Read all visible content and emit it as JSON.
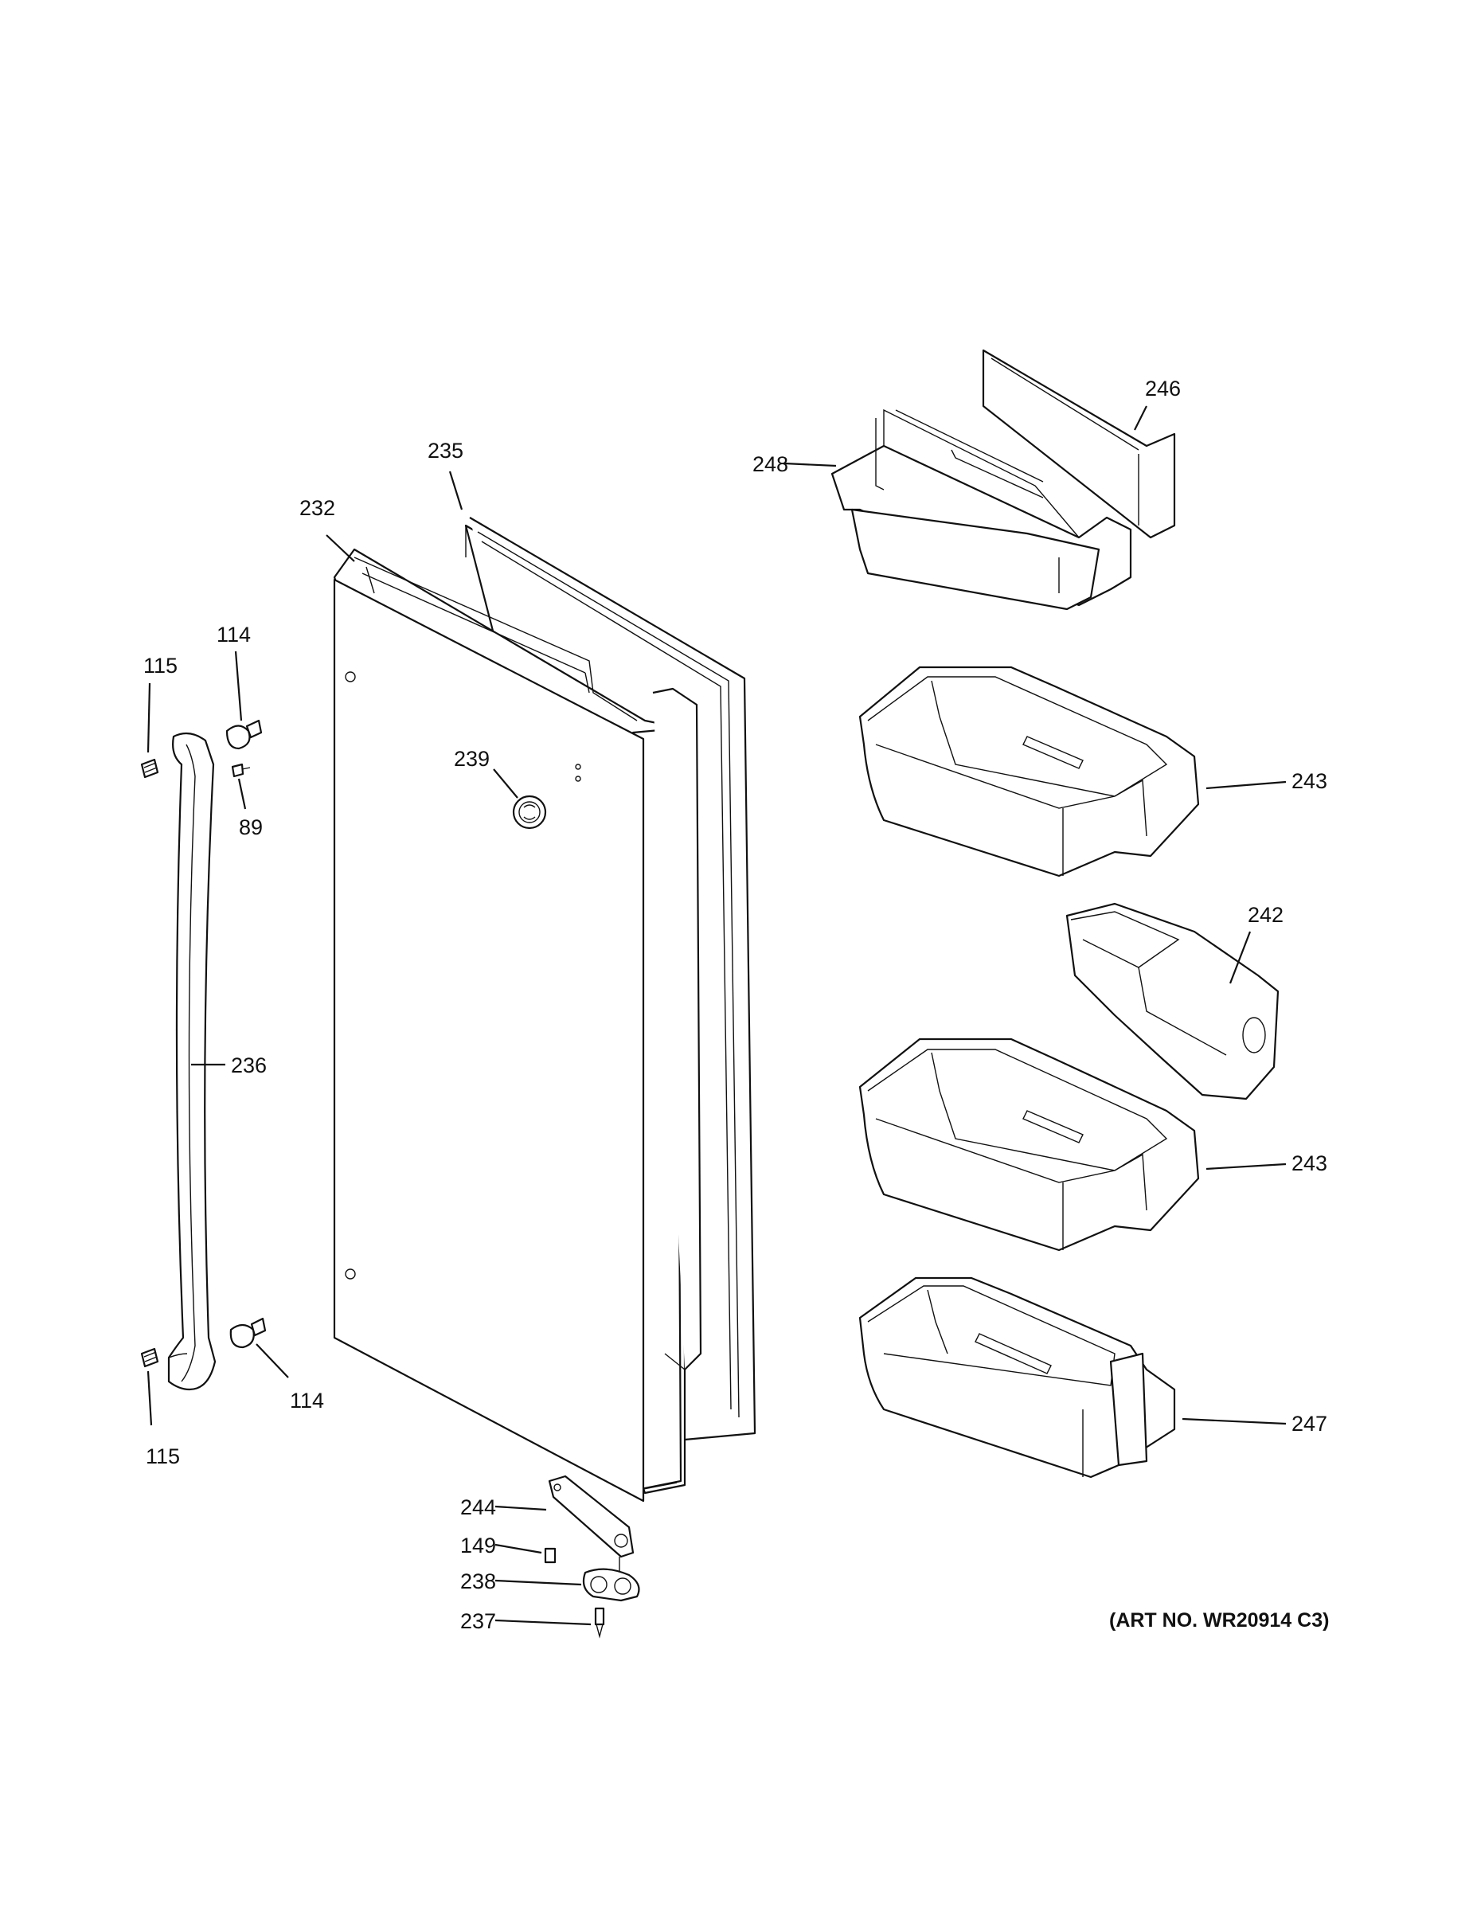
{
  "diagram": {
    "labels": {
      "p115_top": "115",
      "p114_top": "114",
      "p89": "89",
      "p232": "232",
      "p235": "235",
      "p239": "239",
      "p236": "236",
      "p114_bottom": "114",
      "p115_bottom": "115",
      "p244": "244",
      "p149": "149",
      "p238": "238",
      "p237": "237",
      "p248": "248",
      "p246": "246",
      "p243_top": "243",
      "p242": "242",
      "p243_bottom": "243",
      "p247": "247"
    },
    "art_number": "(ART NO. WR20914 C3)"
  },
  "icons": {
    "ge_logo": "ge-logo-icon"
  }
}
